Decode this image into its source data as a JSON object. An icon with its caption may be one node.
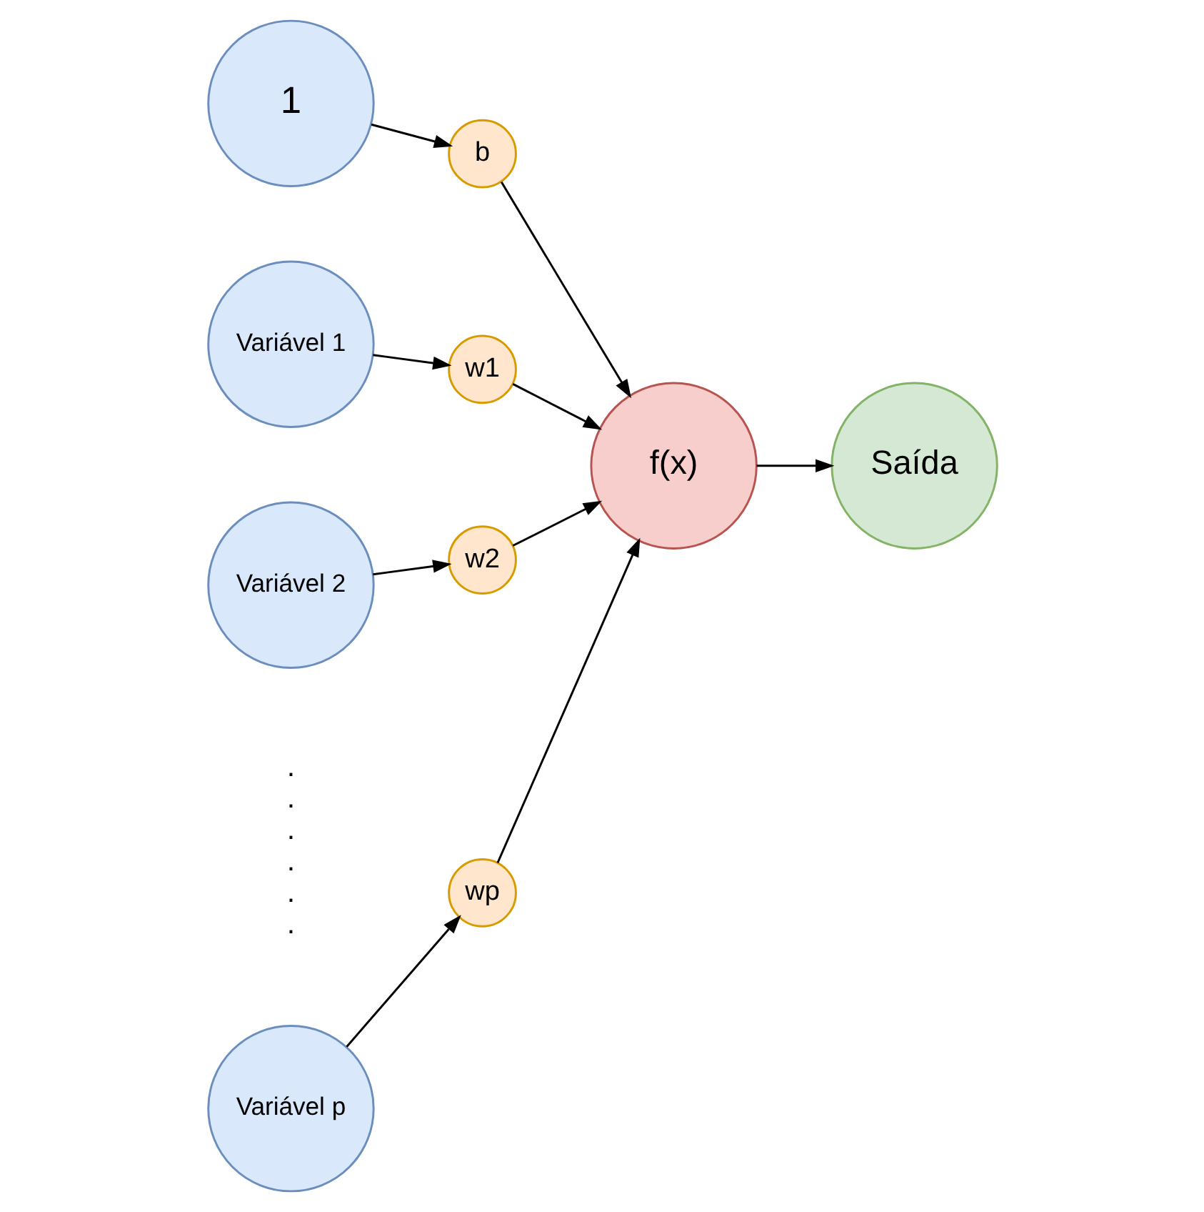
{
  "diagram": {
    "nodes": [
      {
        "text": [
          "1"
        ]
      },
      {
        "text": [
          "b"
        ]
      },
      {
        "text": [
          "Variável 1"
        ]
      },
      {
        "text": [
          "w1"
        ]
      },
      {
        "text": [
          "Variável 2"
        ]
      },
      {
        "text": [
          "w2"
        ]
      },
      {
        "text": [
          "Variável p"
        ]
      },
      {
        "text": [
          "wp"
        ]
      },
      {
        "text": [
          "f(x)"
        ]
      },
      {
        "text": [
          "Saída"
        ]
      }
    ],
    "edges": [
      {
        "from": 0,
        "to": 1,
        "arrow": "to"
      },
      {
        "from": 1,
        "to": 8,
        "arrow": "to"
      },
      {
        "from": 2,
        "to": 3,
        "arrow": "to"
      },
      {
        "from": 3,
        "to": 8,
        "arrow": "to"
      },
      {
        "from": 4,
        "to": 5,
        "arrow": "to"
      },
      {
        "from": 5,
        "to": 8,
        "arrow": "to"
      },
      {
        "from": 6,
        "to": 7,
        "arrow": "to"
      },
      {
        "from": 7,
        "to": 8,
        "arrow": "to"
      },
      {
        "from": 8,
        "to": 9,
        "arrow": "to"
      }
    ],
    "labels": [
      "......"
    ]
  }
}
